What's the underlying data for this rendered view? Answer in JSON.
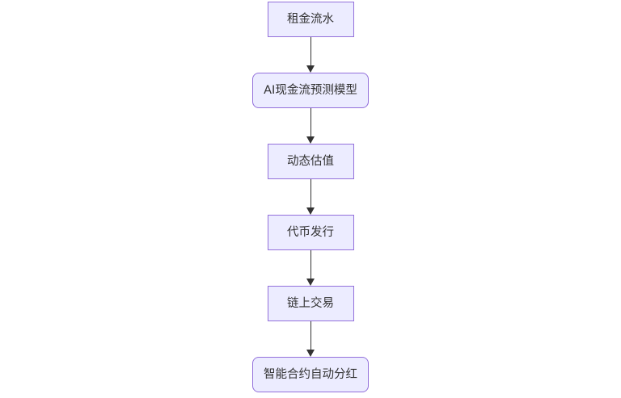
{
  "diagram": {
    "type": "flowchart",
    "direction": "top-down",
    "colors": {
      "background": "#ffffff",
      "node-fill": "#ECECFF",
      "node-border": "#9370DB",
      "text": "#333333",
      "edge": "#333333"
    },
    "nodes": [
      {
        "label": "租金流水",
        "shape": "rect"
      },
      {
        "label": "AI现金流预测模型",
        "shape": "rounded"
      },
      {
        "label": "动态估值",
        "shape": "rect"
      },
      {
        "label": "代币发行",
        "shape": "rect"
      },
      {
        "label": "链上交易",
        "shape": "rect"
      },
      {
        "label": "智能合约自动分红",
        "shape": "rounded"
      }
    ],
    "edges": [
      {
        "from": 0,
        "to": 1,
        "arrow": "solid-triangle"
      },
      {
        "from": 1,
        "to": 2,
        "arrow": "solid-triangle"
      },
      {
        "from": 2,
        "to": 3,
        "arrow": "solid-triangle"
      },
      {
        "from": 3,
        "to": 4,
        "arrow": "solid-triangle"
      },
      {
        "from": 4,
        "to": 5,
        "arrow": "solid-triangle"
      }
    ]
  }
}
